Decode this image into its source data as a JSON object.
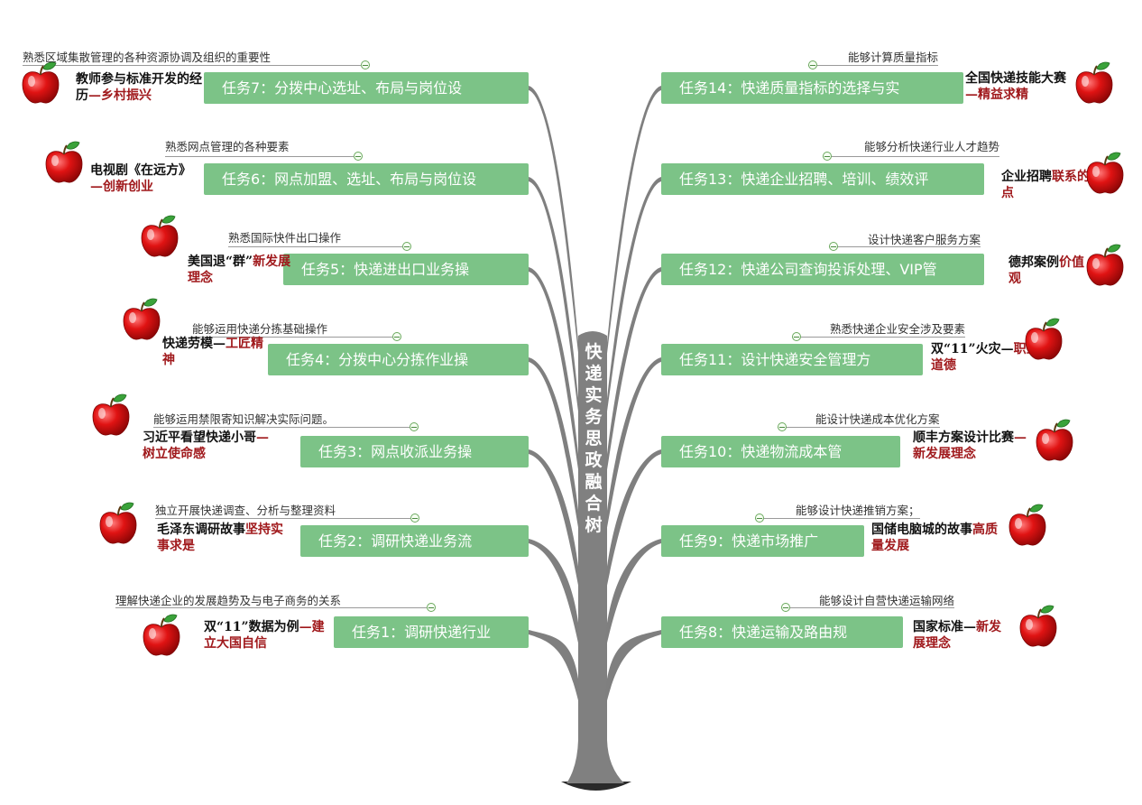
{
  "title": "快递实务思政融合树",
  "colors": {
    "task_fill": "#7cc387",
    "trunk": "#808080",
    "value_text": "#a0191c",
    "apple": "#e01313",
    "leaf": "#3aa23a"
  },
  "left": [
    {
      "task": "任务7：分拨中心选址、布局与岗位设",
      "goal": "熟悉区域集散管理的各种资源协调及组织的重要性",
      "case": "教师参与标准开发的经历",
      "value": "—乡村振兴"
    },
    {
      "task": "任务6：网点加盟、选址、布局与岗位设",
      "goal": "熟悉网点管理的各种要素",
      "case": "电视剧《在远方》",
      "value": "—创新创业"
    },
    {
      "task": "任务5：快递进出口业务操",
      "goal": "熟悉国际快件出口操作",
      "case": "美国退“群”",
      "value": "新发展理念"
    },
    {
      "task": "任务4：分拨中心分拣作业操",
      "goal": "能够运用快递分拣基础操作",
      "case": "快递劳模—",
      "value": "工匠精神"
    },
    {
      "task": "任务3：网点收派业务操",
      "goal": "能够运用禁限寄知识解决实际问题。",
      "case": "习近平看望快递小哥",
      "value": "—树立使命感"
    },
    {
      "task": "任务2：调研快递业务流",
      "goal": "独立开展快递调查、分析与整理资料",
      "case": "毛泽东调研故事",
      "value": "坚持实事求是"
    },
    {
      "task": "任务1：调研快递行业",
      "goal": "理解快递企业的发展趋势及与电子商务的关系",
      "case": "双“11”数据为例",
      "value": "—建立大国自信"
    }
  ],
  "right": [
    {
      "task": "任务14：快递质量指标的选择与实",
      "goal": "能够计算质量指标",
      "case": "全国快递技能大赛",
      "value": "—精益求精"
    },
    {
      "task": "任务13：快递企业招聘、培训、绩效评",
      "goal": "能够分析快递行业人才趋势",
      "case": "企业招聘",
      "value": "联系的观点"
    },
    {
      "task": "任务12：快递公司查询投诉处理、VIP管",
      "goal": "设计快递客户服务方案",
      "case": "德邦案例",
      "value": "价值观"
    },
    {
      "task": "任务11：设计快递安全管理方",
      "goal": "熟悉快递企业安全涉及要素",
      "case": "双“11”火灾—",
      "value": "职业道德"
    },
    {
      "task": "任务10：快递物流成本管",
      "goal": "能设计快递成本优化方案",
      "case": "顺丰方案设计比赛",
      "value": "—新发展理念"
    },
    {
      "task": "任务9：快递市场推广",
      "goal": "能够设计快递推销方案；",
      "case": "国储电脑城的故事",
      "value": "高质量发展"
    },
    {
      "task": "任务8：快递运输及路由规",
      "goal": "能够设计自营快递运输网络",
      "case": "国家标准—",
      "value": "新发展理念"
    }
  ]
}
